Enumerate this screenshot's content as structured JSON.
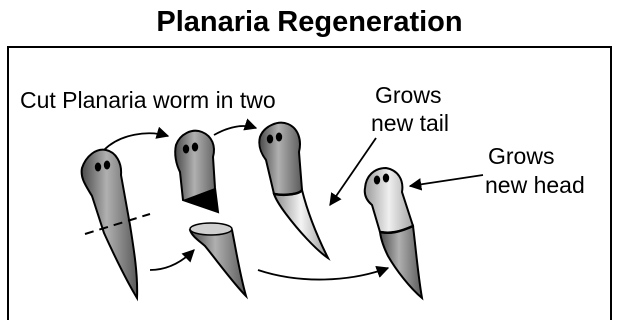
{
  "title": "Planaria Regeneration",
  "labels": {
    "cut": "Cut Planaria worm in two",
    "tail_line1": "Grows",
    "tail_line2": "new tail",
    "head_line1": "Grows",
    "head_line2": "new head"
  }
}
